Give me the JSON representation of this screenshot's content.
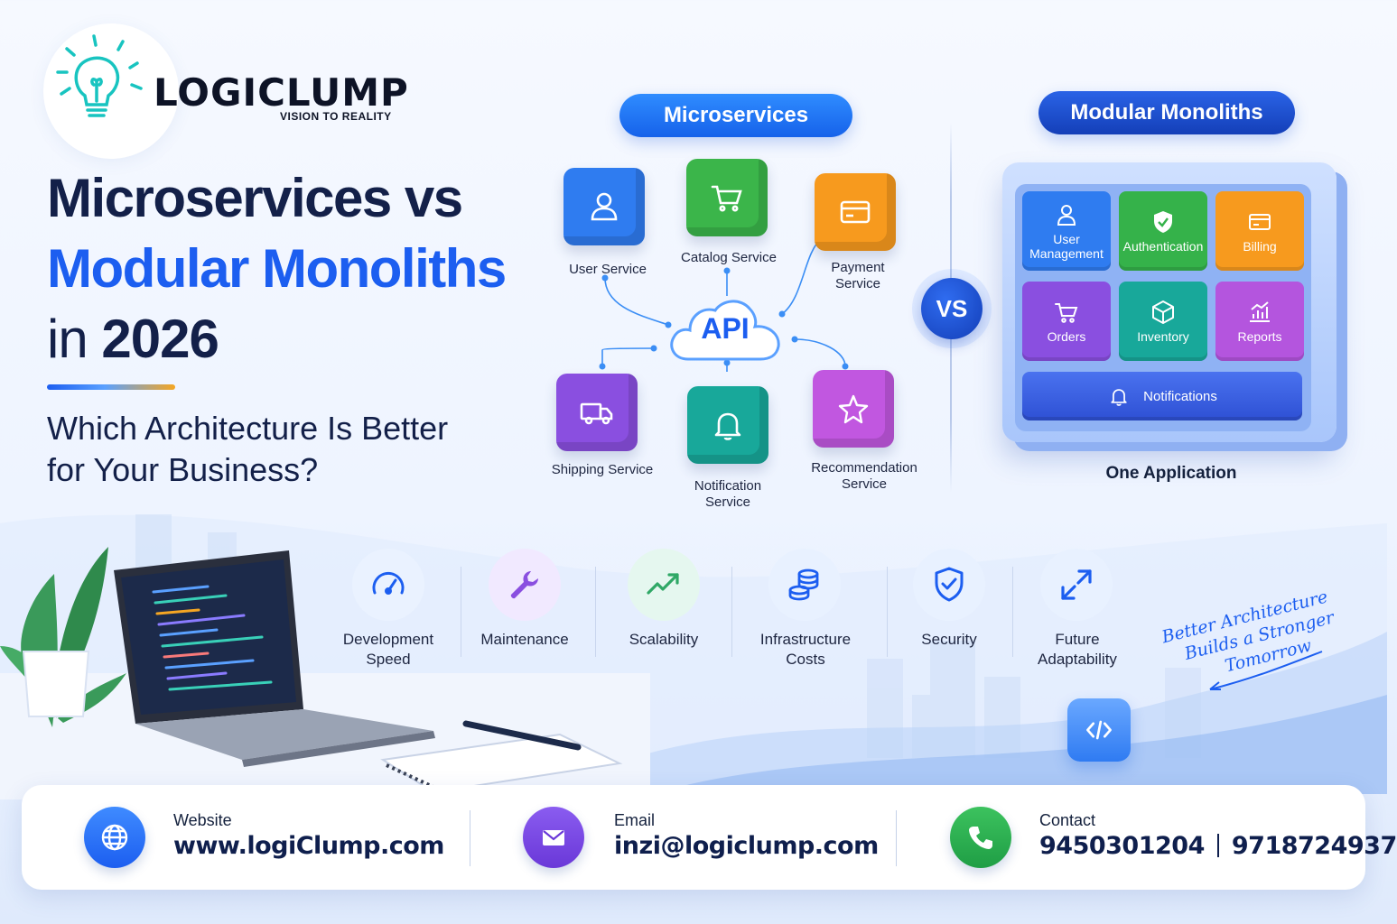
{
  "brand": {
    "name": "LOGICLUMP",
    "tagline": "VISION TO REALITY"
  },
  "headline": {
    "line1": "Microservices vs",
    "line2": "Modular Monoliths",
    "line3_prefix": "in ",
    "line3_year": "2026",
    "subtitle_line1": "Which Architecture Is Better",
    "subtitle_line2": "for Your Business?"
  },
  "microservices": {
    "title": "Microservices",
    "hub": "API",
    "services": [
      {
        "label": "User Service",
        "icon": "user-icon",
        "color": "#2f7cf0"
      },
      {
        "label": "Catalog Service",
        "icon": "cart-icon",
        "color": "#3bb54a"
      },
      {
        "label_line1": "Payment",
        "label_line2": "Service",
        "icon": "card-icon",
        "color": "#f79a1e"
      },
      {
        "label": "Shipping Service",
        "icon": "truck-icon",
        "color": "#8a4fe0"
      },
      {
        "label_line1": "Notification",
        "label_line2": "Service",
        "icon": "bell-icon",
        "color": "#18a89a"
      },
      {
        "label_line1": "Recommendation",
        "label_line2": "Service",
        "icon": "star-icon",
        "color": "#c157e0"
      }
    ]
  },
  "vs": "VS",
  "modular_monolith": {
    "title": "Modular  Monoliths",
    "modules": [
      {
        "label_line1": "User",
        "label_line2": "Management",
        "icon": "user-icon",
        "color": "#2f7cf0"
      },
      {
        "label": "Authentication",
        "icon": "shield-check-icon",
        "color": "#35b24a"
      },
      {
        "label": "Billing",
        "icon": "card-icon",
        "color": "#f79a1e"
      },
      {
        "label": "Orders",
        "icon": "cart-icon",
        "color": "#8a4fe0"
      },
      {
        "label": "Inventory",
        "icon": "box-icon",
        "color": "#18a89a"
      },
      {
        "label": "Reports",
        "icon": "chart-icon",
        "color": "#b455de"
      }
    ],
    "notifications": "Notifications",
    "caption": "One Application"
  },
  "features": [
    {
      "line1": "Development",
      "line2": "Speed",
      "icon": "speedometer-icon"
    },
    {
      "line1": "Maintenance",
      "icon": "wrench-icon"
    },
    {
      "line1": "Scalability",
      "icon": "trend-up-icon"
    },
    {
      "line1": "Infrastructure",
      "line2": "Costs",
      "icon": "coins-icon"
    },
    {
      "line1": "Security",
      "icon": "shield-check-icon"
    },
    {
      "line1": "Future",
      "line2": "Adaptability",
      "icon": "expand-arrows-icon"
    }
  ],
  "slogan": {
    "line1": "Better Architecture",
    "line2": "Builds a Stronger",
    "line3": "Tomorrow"
  },
  "contact": {
    "website_label": "Website",
    "website": "www.logiClump.com",
    "email_label": "Email",
    "email": "inzi@logiclump.com",
    "phone_label": "Contact",
    "phone1": "9450301204",
    "phone2": "9718724937"
  },
  "colors": {
    "primary": "#1c5ef0",
    "navy": "#132049"
  }
}
